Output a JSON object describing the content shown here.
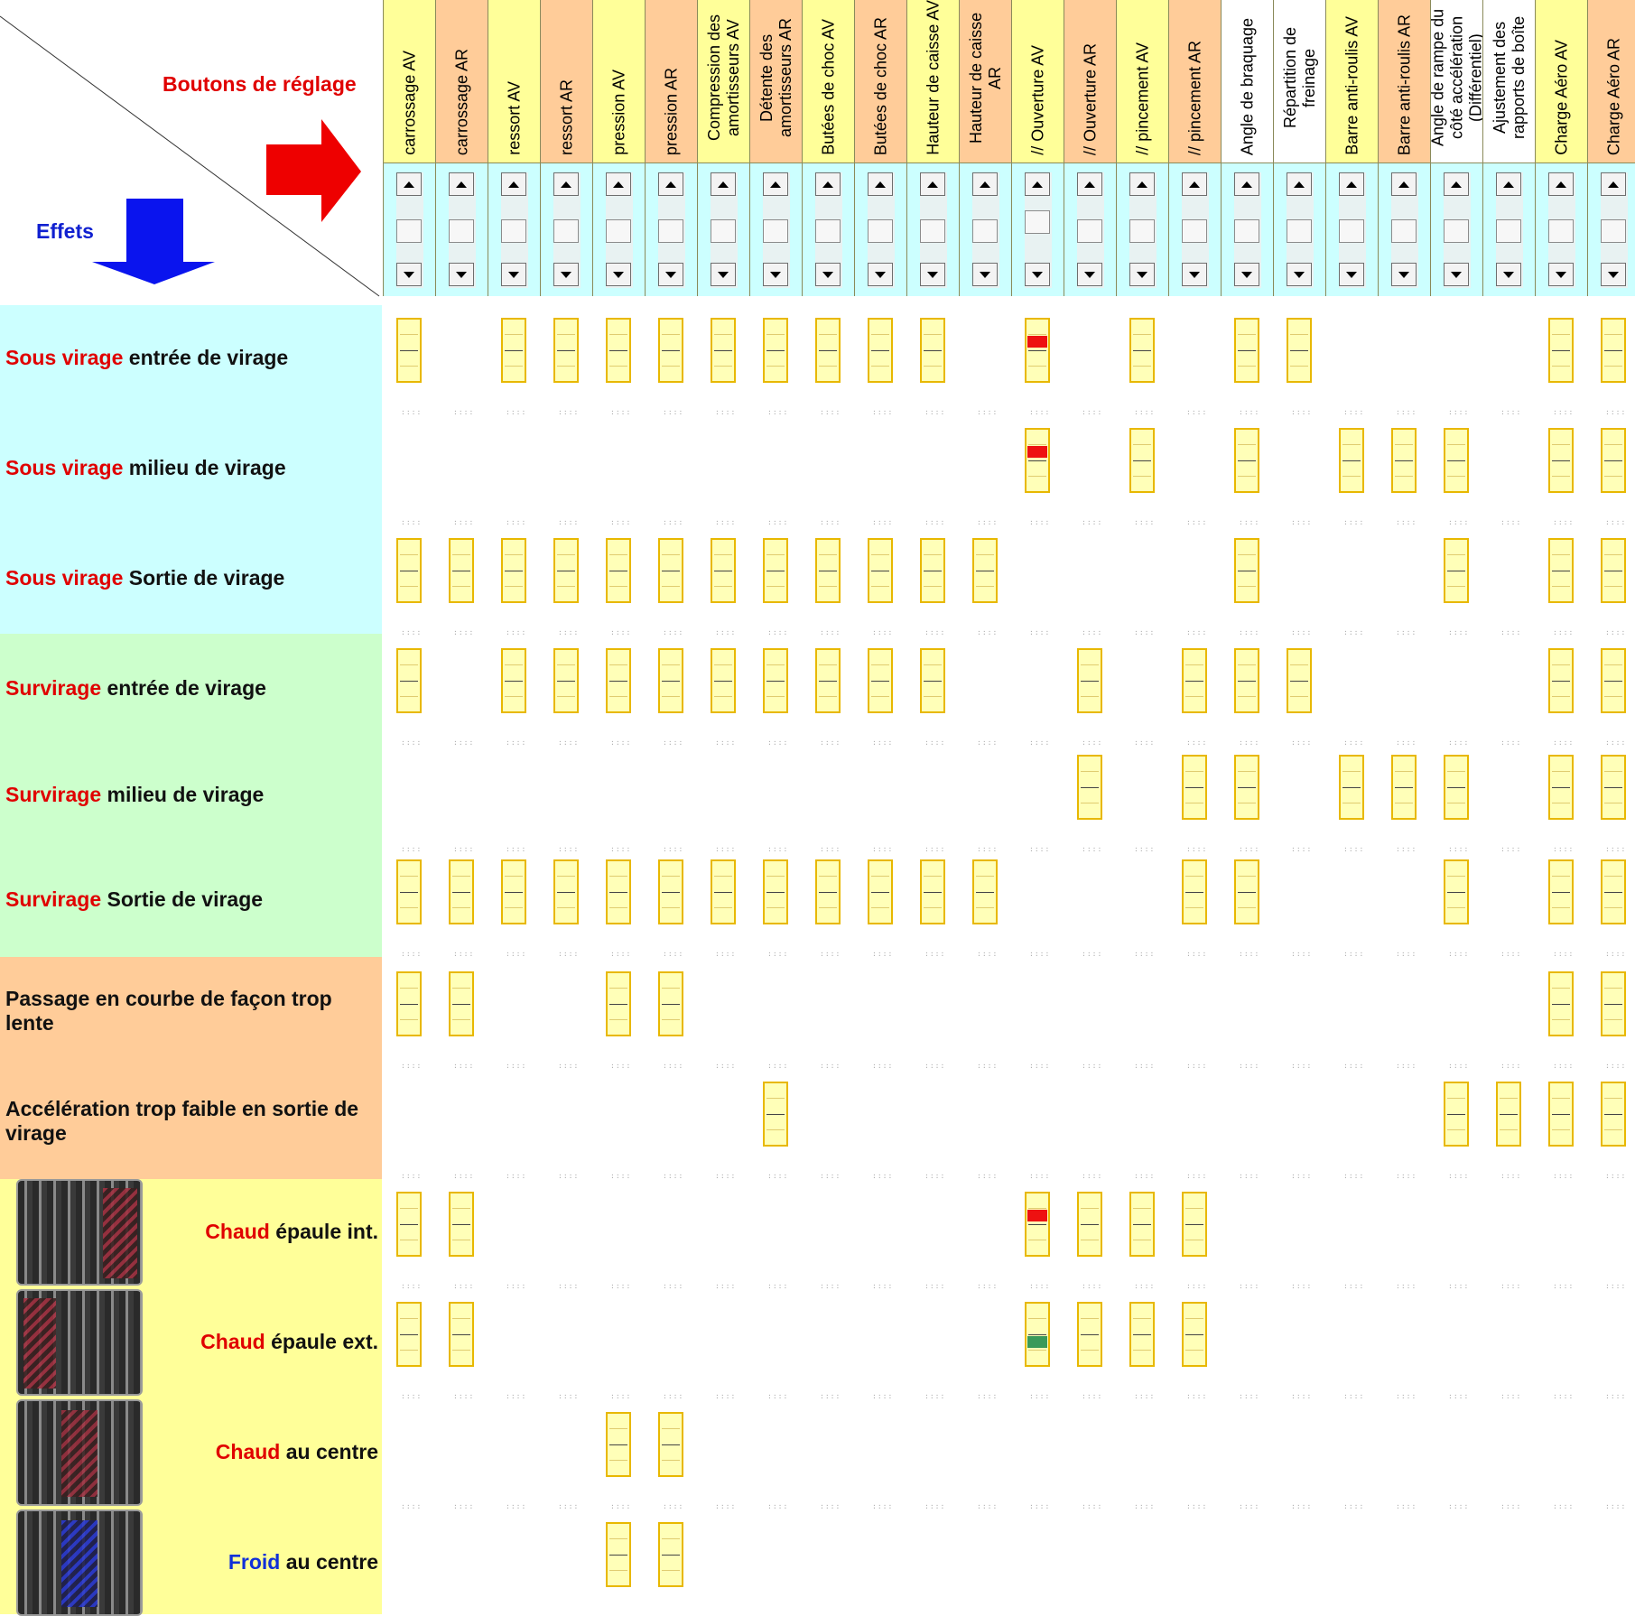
{
  "corner": {
    "title": "Boutons de réglage",
    "effects_label": "Effets",
    "arrow_right_color": "#ee0000",
    "arrow_down_color": "#0a14ee"
  },
  "columns": [
    {
      "label": "carrossage AV",
      "color": "#ffff99"
    },
    {
      "label": "carrossage AR",
      "color": "#ffcc99"
    },
    {
      "label": "ressort AV",
      "color": "#ffff99"
    },
    {
      "label": "ressort AR",
      "color": "#ffcc99"
    },
    {
      "label": "pression AV",
      "color": "#ffff99"
    },
    {
      "label": "pression AR",
      "color": "#ffcc99"
    },
    {
      "label": "Compression des amortisseurs AV",
      "color": "#ffff99"
    },
    {
      "label": "Détente des amortisseurs AR",
      "color": "#ffcc99"
    },
    {
      "label": "Butées de choc AV",
      "color": "#ffff99"
    },
    {
      "label": "Butées de choc AR",
      "color": "#ffcc99"
    },
    {
      "label": "Hauteur de caisse AV",
      "color": "#ffff99"
    },
    {
      "label": "Hauteur de caisse AR",
      "color": "#ffcc99"
    },
    {
      "label": "// Ouverture AV",
      "color": "#ffff99"
    },
    {
      "label": "// Ouverture AR",
      "color": "#ffcc99"
    },
    {
      "label": "// pincement AV",
      "color": "#ffff99"
    },
    {
      "label": "// pincement AR",
      "color": "#ffcc99"
    },
    {
      "label": "Angle de braquage",
      "color": "#ffffff"
    },
    {
      "label": "Répartition de freinage",
      "color": "#ffffff"
    },
    {
      "label": "Barre anti-roulis AV",
      "color": "#ffff99"
    },
    {
      "label": "Barre anti-roulis AR",
      "color": "#ffcc99"
    },
    {
      "label": "Angle de rampe du côté accélération (Différentiel)",
      "color": "#ffffff"
    },
    {
      "label": "Ajustement des rapports de boîte",
      "color": "#ffffff"
    },
    {
      "label": "Charge Aéro AV",
      "color": "#ffff99"
    },
    {
      "label": "Charge Aéro AR",
      "color": "#ffcc99"
    }
  ],
  "rows": [
    {
      "prefix": "Sous virage",
      "suffix": " entrée de virage",
      "bg": "#ccffff",
      "indicators": [
        0,
        2,
        3,
        4,
        5,
        6,
        7,
        8,
        9,
        10,
        12,
        14,
        16,
        17,
        22,
        23
      ],
      "marks": {
        "12": "red"
      }
    },
    {
      "prefix": "Sous virage",
      "suffix": " milieu de virage",
      "bg": "#ccffff",
      "indicators": [
        12,
        14,
        16,
        18,
        19,
        20,
        22,
        23
      ],
      "marks": {
        "12": "red"
      }
    },
    {
      "prefix": "Sous virage",
      "suffix": " Sortie de virage",
      "bg": "#ccffff",
      "indicators": [
        0,
        1,
        2,
        3,
        4,
        5,
        6,
        7,
        8,
        9,
        10,
        11,
        16,
        20,
        22,
        23
      ],
      "marks": {}
    },
    {
      "prefix": "Survirage",
      "suffix": " entrée de virage",
      "bg": "#ccffcc",
      "indicators": [
        0,
        2,
        3,
        4,
        5,
        6,
        7,
        8,
        9,
        10,
        13,
        15,
        16,
        17,
        22,
        23
      ],
      "marks": {}
    },
    {
      "prefix": "Survirage",
      "suffix": " milieu de virage",
      "bg": "#ccffcc",
      "indicators": [
        13,
        15,
        16,
        18,
        19,
        20,
        22,
        23
      ],
      "marks": {}
    },
    {
      "prefix": "Survirage",
      "suffix": " Sortie de virage",
      "bg": "#ccffcc",
      "indicators": [
        0,
        1,
        2,
        3,
        4,
        5,
        6,
        7,
        8,
        9,
        10,
        11,
        15,
        16,
        20,
        22,
        23
      ],
      "marks": {}
    },
    {
      "prefix": "",
      "suffix": "Passage en courbe de façon trop lente",
      "bg": "#ffcc99",
      "indicators": [
        0,
        1,
        4,
        5,
        22,
        23
      ],
      "marks": {}
    },
    {
      "prefix": "",
      "suffix": "Accélération trop faible en sortie de virage",
      "bg": "#ffcc99",
      "indicators": [
        7,
        20,
        21,
        22,
        23
      ],
      "marks": {}
    },
    {
      "prefix": "Chaud",
      "suffix": " épaule int.",
      "bg": "#ffff99",
      "tire": "int",
      "indicators": [
        0,
        1,
        12,
        13,
        14,
        15
      ],
      "marks": {
        "12": "red"
      }
    },
    {
      "prefix": "Chaud",
      "suffix": " épaule ext.",
      "bg": "#ffff99",
      "tire": "ext",
      "indicators": [
        0,
        1,
        12,
        13,
        14,
        15
      ],
      "marks": {
        "12": "green"
      }
    },
    {
      "prefix": "Chaud",
      "suffix": " au centre",
      "bg": "#ffff99",
      "tire": "cen",
      "indicators": [
        4,
        5
      ],
      "marks": {}
    },
    {
      "prefix": "Froid",
      "suffix": " au centre",
      "bg": "#ffff99",
      "tire": "cold",
      "prefix_color": "blue",
      "indicators": [
        4,
        5
      ],
      "marks": {}
    }
  ],
  "mark_colors": {
    "red": "#ee1111",
    "green": "#3a9a5a"
  }
}
